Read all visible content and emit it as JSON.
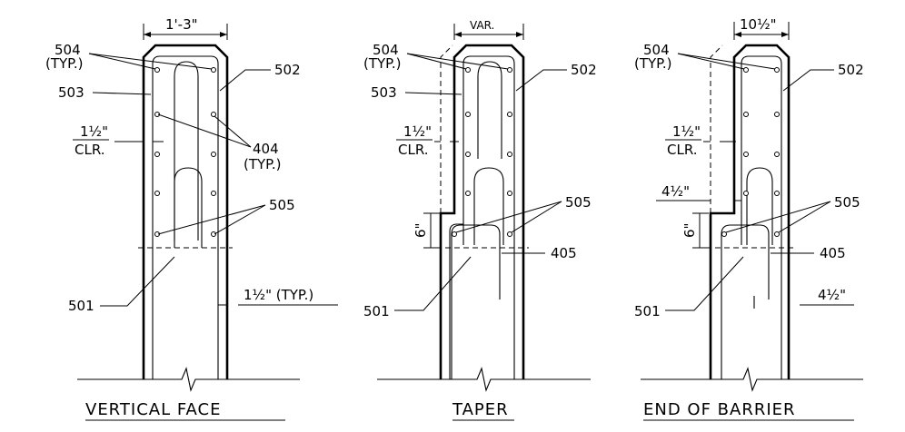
{
  "details": [
    {
      "id": "vertical",
      "title": "VERTICAL FACE",
      "width_dim": "1'-3\"",
      "labels": {
        "bar_504": "504",
        "typ_504": "(TYP.)",
        "bar_503": "503",
        "bar_502": "502",
        "clr_value": "1½\"",
        "clr_label": "CLR.",
        "bar_404": "404",
        "typ_404": "(TYP.)",
        "bar_505": "505",
        "bar_501": "501",
        "cover_typ": "1½\" (TYP.)"
      }
    },
    {
      "id": "taper",
      "title": "TAPER",
      "width_dim": "VAR.",
      "labels": {
        "bar_504": "504",
        "typ_504": "(TYP.)",
        "bar_503": "503",
        "bar_502": "502",
        "clr_value": "1½\"",
        "clr_label": "CLR.",
        "dim_6": "6\"",
        "bar_505": "505",
        "bar_405": "405",
        "bar_501": "501"
      }
    },
    {
      "id": "end",
      "title": "END OF BARRIER",
      "width_dim": "10½\"",
      "labels": {
        "bar_504": "504",
        "typ_504": "(TYP.)",
        "bar_502": "502",
        "clr_value": "1½\"",
        "clr_label": "CLR.",
        "dim_4a": "4½\"",
        "dim_6": "6\"",
        "bar_505": "505",
        "bar_405": "405",
        "bar_501": "501",
        "dim_4b": "4½\""
      }
    }
  ]
}
